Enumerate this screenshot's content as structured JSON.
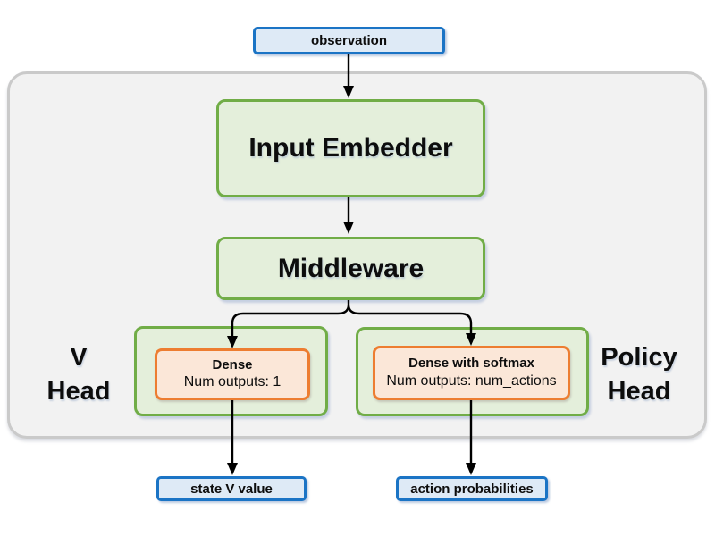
{
  "colors": {
    "container-fill": "#f2f2f2",
    "container-border": "#cacaca",
    "blue-fill": "#deeaf6",
    "blue-border": "#1b74c5",
    "green-fill": "#e4efdb",
    "green-border": "#71ad47",
    "orange-fill": "#fbe7d8",
    "orange-border": "#ed7d31",
    "arrow": "#000000",
    "text": "#0d0d0d"
  },
  "nodes": {
    "observation": "observation",
    "input_embedder": "Input Embedder",
    "middleware": "Middleware",
    "v_head": {
      "line1": "V",
      "line2": "Head"
    },
    "v_dense": {
      "title": "Dense",
      "subtitle": "Num outputs: 1"
    },
    "policy_head": {
      "line1": "Policy",
      "line2": "Head"
    },
    "policy_dense": {
      "title": "Dense with softmax",
      "subtitle": "Num outputs: num_actions"
    },
    "state_v_value": "state V value",
    "action_probabilities": "action probabilities"
  }
}
